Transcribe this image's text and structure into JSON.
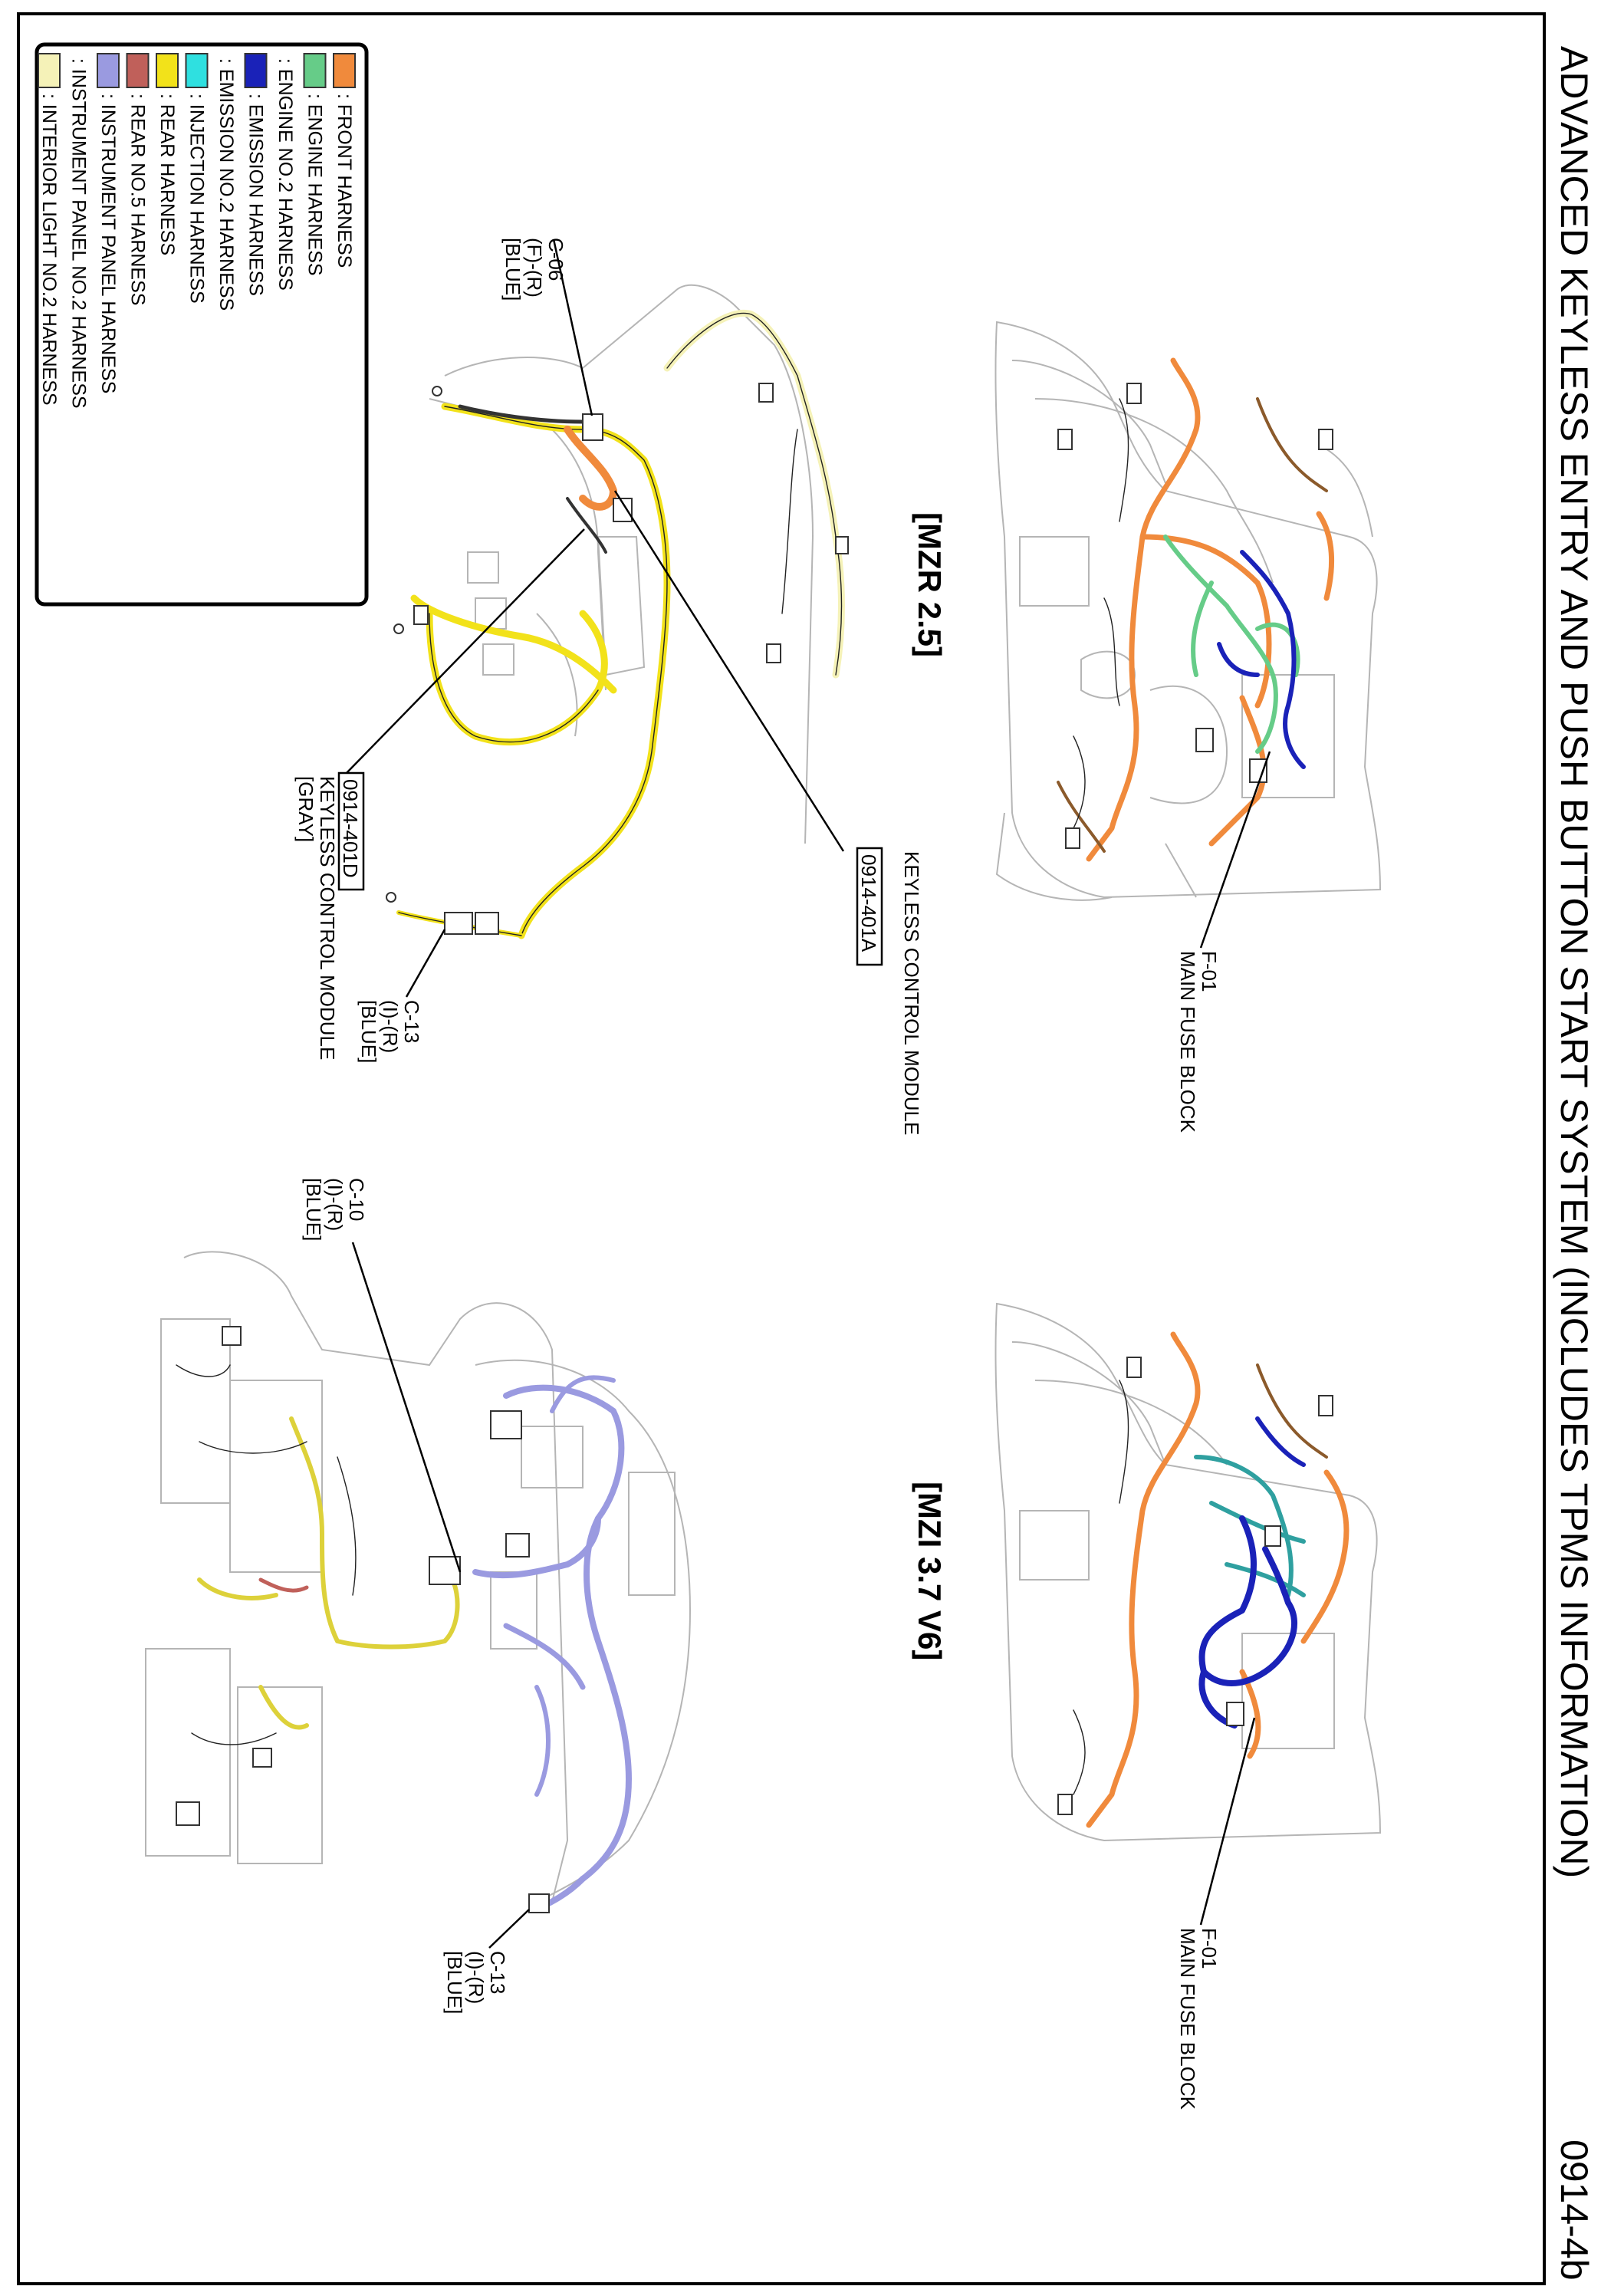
{
  "page": {
    "title": "ADVANCED KEYLESS ENTRY AND PUSH BUTTON START SYSTEM (INCLUDES TPMS INFORMATION)",
    "page_number": "0914-4b"
  },
  "variants": {
    "mzr": "[MZR 2.5]",
    "mzi": "[MZI 3.7 V6]"
  },
  "legend": {
    "items": [
      {
        "label": ": FRONT HARNESS",
        "color": "#F08A3C"
      },
      {
        "label": ": ENGINE HARNESS",
        "color": "#66CC88"
      },
      {
        "label": ": ENGINE NO.2 HARNESS",
        "color": "#ffffff"
      },
      {
        "label": ": EMISSION HARNESS",
        "color": "#1A22B8"
      },
      {
        "label": ": EMISSION NO.2 HARNESS",
        "color": "#ffffff"
      },
      {
        "label": ": INJECTION HARNESS",
        "color": "#2FE0E0"
      },
      {
        "label": ": REAR HARNESS",
        "color": "#F2E21A"
      },
      {
        "label": ": REAR NO.5 HARNESS",
        "color": "#C0605A"
      },
      {
        "label": ": INSTRUMENT PANEL HARNESS",
        "color": "#9A9AE0"
      },
      {
        "label": ": INSTRUMENT PANEL NO.2 HARNESS",
        "color": "#ffffff"
      },
      {
        "label": ": INTERIOR LIGHT NO.2 HARNESS",
        "color": "#F5F2B8"
      }
    ]
  },
  "callouts": {
    "f01_top": {
      "code": "F-01",
      "name": "MAIN FUSE BLOCK"
    },
    "f01_bottom": {
      "code": "F-01",
      "name": "MAIN FUSE BLOCK"
    },
    "kcm_a": {
      "title": "KEYLESS CONTROL MODULE",
      "code": "0914-401A"
    },
    "kcm_d": {
      "code": "0914-401D",
      "title": "KEYLESS CONTROL MODULE",
      "color": "[GRAY]"
    },
    "c06": {
      "code": "C-06",
      "pos": "(F)-(R)",
      "color": "[BLUE]"
    },
    "c13_top": {
      "code": "C-13",
      "pos": "(I)-(R)",
      "color": "[BLUE]"
    },
    "c10": {
      "code": "C-10",
      "pos": "(I)-(R)",
      "color": "[BLUE]"
    },
    "c13_bottom": {
      "code": "C-13",
      "pos": "(I)-(R)",
      "color": "[BLUE]"
    }
  }
}
